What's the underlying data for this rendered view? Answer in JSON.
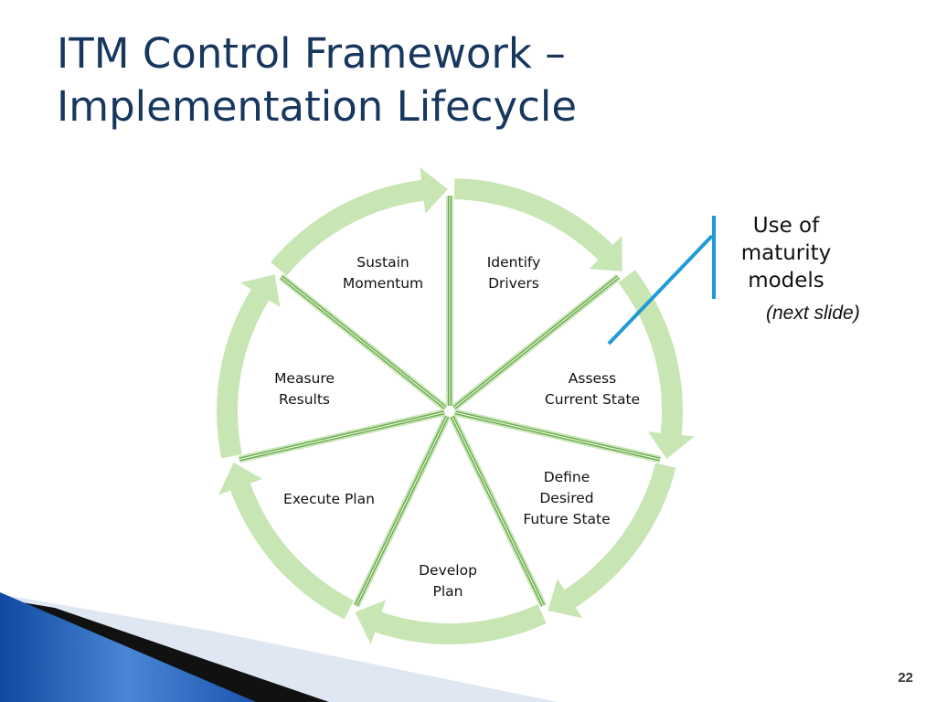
{
  "slide": {
    "title_lines": [
      "ITM Control Framework –",
      "Implementation Lifecycle"
    ],
    "number": "22"
  },
  "cycle": {
    "ring_color": "#c8e6b4",
    "spoke_color": "#6aab4c",
    "segments": [
      {
        "lines": [
          "Identify",
          "Drivers"
        ]
      },
      {
        "lines": [
          "Assess",
          "Current State"
        ]
      },
      {
        "lines": [
          "Define",
          "Desired",
          "Future State"
        ]
      },
      {
        "lines": [
          "Develop",
          "Plan"
        ]
      },
      {
        "lines": [
          "Execute Plan"
        ]
      },
      {
        "lines": [
          "Measure",
          "Results"
        ]
      },
      {
        "lines": [
          "Sustain",
          "Momentum"
        ]
      }
    ]
  },
  "callout": {
    "lines": [
      "Use of",
      "maturity",
      "models"
    ],
    "sub": "(next slide)",
    "bracket_color": "#1f9bd7"
  },
  "theme": {
    "title_color": "#17375e",
    "wave_blue": "#1e5fb4"
  }
}
